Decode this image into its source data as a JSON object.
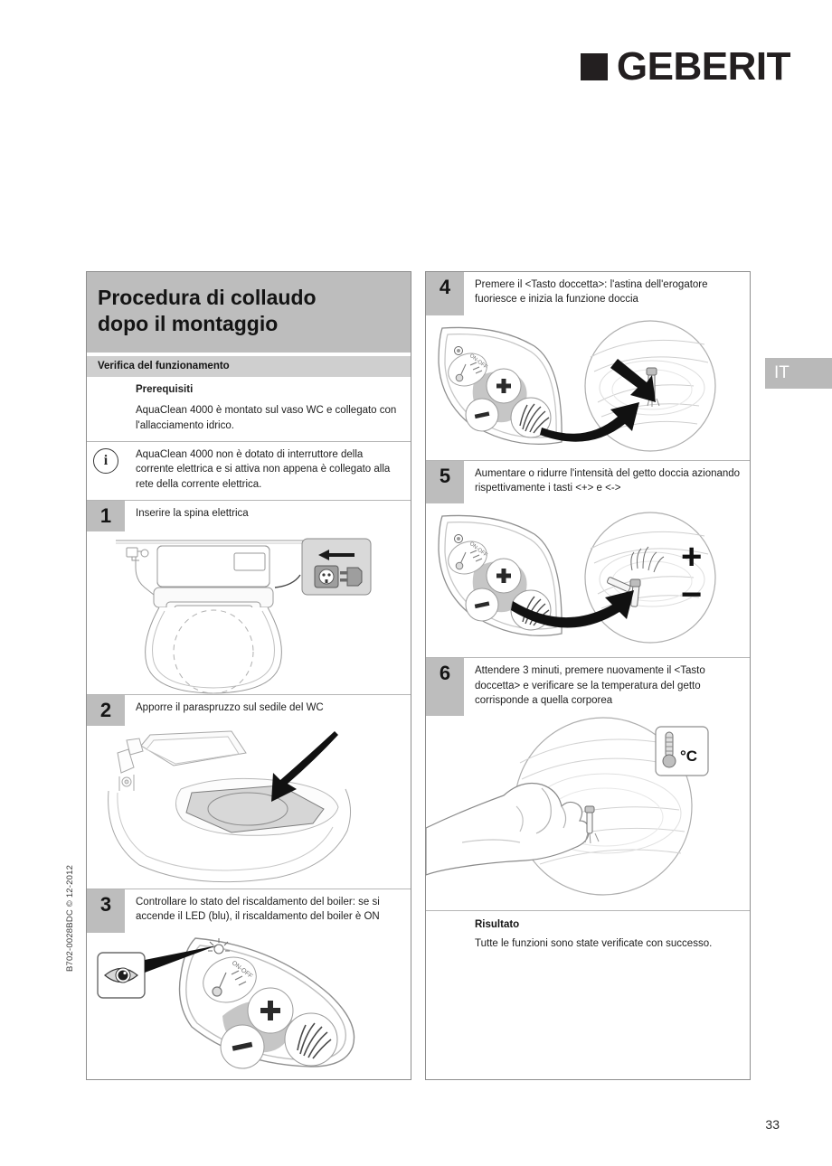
{
  "brand": {
    "name": "GEBERIT",
    "square_color": "#231f20"
  },
  "language_tab": {
    "label": "IT",
    "bg_color": "#b9b9b9"
  },
  "footer": {
    "page_number": "33",
    "document_code": "B702-0028BDC © 12-2012"
  },
  "left_column": {
    "title_line1": "Procedura di collaudo",
    "title_line2": "dopo il montaggio",
    "section_label": "Verifica del funzionamento",
    "prerequisites": {
      "heading": "Prerequisiti",
      "text": "AquaClean 4000 è montato sul vaso WC e collegato con l'allacciamento idrico."
    },
    "note": {
      "icon": "info-icon",
      "text": "AquaClean 4000 non è dotato di interruttore della corrente elettrica e si attiva non appena è collegato alla rete della corrente elettrica."
    },
    "steps": [
      {
        "number": "1",
        "text": "Inserire la spina elettrica",
        "figure": "wc-seat-top-view-with-power-socket"
      },
      {
        "number": "2",
        "text": "Apporre il paraspruzzo sul sedile del WC",
        "figure": "wc-bowl-with-splash-guard"
      },
      {
        "number": "3",
        "text": "Controllare lo stato del riscaldamento del boiler: se si accende il LED (blu), il riscaldamento del boiler è ON",
        "figure": "control-panel-with-eye-indicator"
      }
    ]
  },
  "right_column": {
    "steps": [
      {
        "number": "4",
        "text": "Premere il <Tasto doccetta>: l'astina dell'erogatore fuoriesce e inizia la funzione doccia",
        "figure": "control-panel-shower-button-detail"
      },
      {
        "number": "5",
        "text": "Aumentare o ridurre l'intensità del getto doccia azionando rispettivamente i tasti <+> e <->",
        "figure": "control-panel-plus-minus-detail",
        "callout_plus": "+",
        "callout_minus": "−"
      },
      {
        "number": "6",
        "text": "Attendere 3 minuti, premere nuovamente il <Tasto doccetta> e verificare se la temperatura del getto corrisponde a quella corporea",
        "figure": "hand-testing-water-temperature",
        "callout_unit": "°C"
      }
    ],
    "result": {
      "heading": "Risultato",
      "text": "Tutte le funzioni sono state verificate con successo."
    }
  },
  "panel_icons": {
    "thermometer_onoff": "ON-OFF",
    "plus": "+",
    "minus": "−",
    "shower": "shower-spray-icon",
    "led": "led-indicator"
  }
}
